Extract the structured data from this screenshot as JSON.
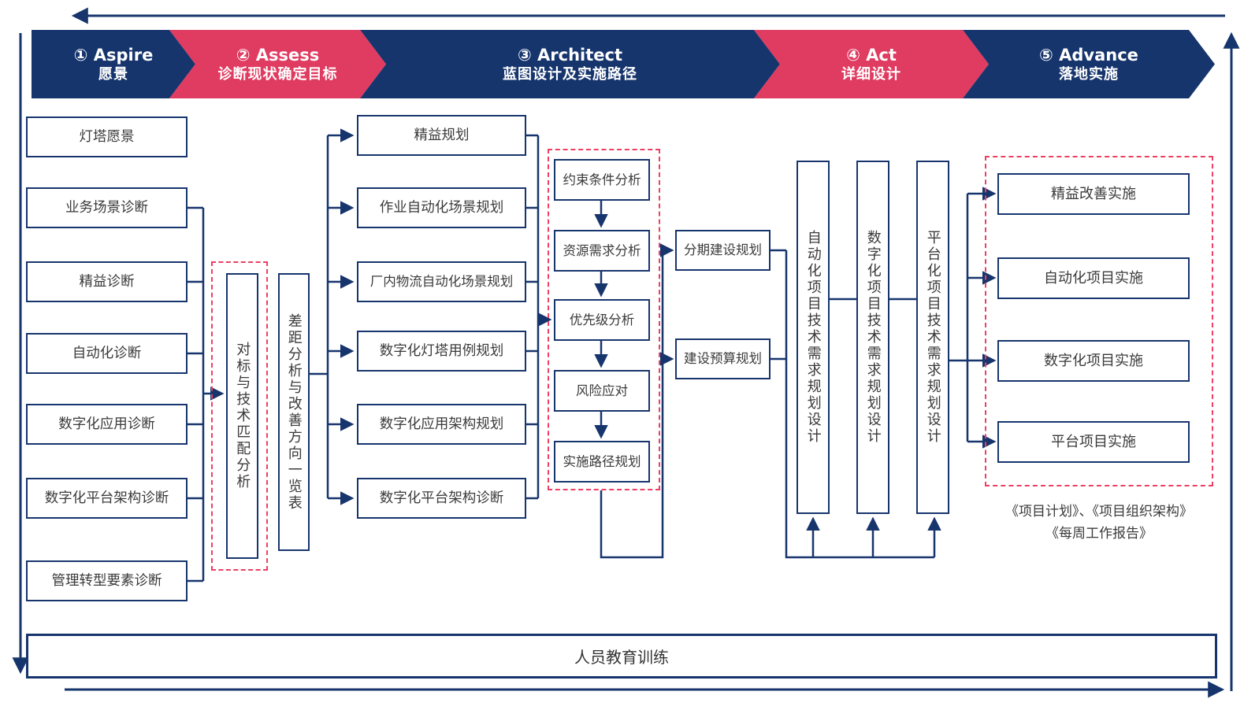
{
  "colors": {
    "navy": "#17356d",
    "pink": "#e03b60",
    "dashed_pink": "#ee3f63",
    "box_text": "#3a3a3a",
    "box_fill": "#ffffff"
  },
  "phases": [
    {
      "label_en": "① Aspire",
      "label_zh": "愿景",
      "color": "navy"
    },
    {
      "label_en": "② Assess",
      "label_zh": "诊断现状确定目标",
      "color": "pink"
    },
    {
      "label_en": "③ Architect",
      "label_zh": "蓝图设计及实施路径",
      "color": "navy"
    },
    {
      "label_en": "④ Act",
      "label_zh": "详细设计",
      "color": "pink"
    },
    {
      "label_en": "⑤ Advance",
      "label_zh": "落地实施",
      "color": "navy"
    }
  ],
  "aspire_boxes": [
    "灯塔愿景",
    "业务场景诊断",
    "精益诊断",
    "自动化诊断",
    "数字化应用诊断",
    "数字化平台架构诊断",
    "管理转型要素诊断"
  ],
  "assess": {
    "match_analysis": "对标与技术匹配分析",
    "gap_list": "差距分析与改善方向一览表"
  },
  "architect": {
    "planning_boxes": [
      "精益规划",
      "作业自动化场景规划",
      "厂内物流自动化场景规划",
      "数字化灯塔用例规划",
      "数字化应用架构规划",
      "数字化平台架构诊断"
    ],
    "analysis_chain": [
      "约束条件分析",
      "资源需求分析",
      "优先级分析",
      "风险应对",
      "实施路径规划"
    ],
    "build_boxes": [
      "分期建设规划",
      "建设预算规划"
    ]
  },
  "act": {
    "vertical_boxes": [
      "自动化项目技术需求规划设计",
      "数字化项目技术需求规划设计",
      "平台化项目技术需求规划设计"
    ]
  },
  "advance": {
    "impl_boxes": [
      "精益改善实施",
      "自动化项目实施",
      "数字化项目实施",
      "平台项目实施"
    ],
    "deliverables_line1": "《项目计划》、《项目组织架构》",
    "deliverables_line2": "《每周工作报告》"
  },
  "footer": {
    "label": "人员教育训练"
  }
}
